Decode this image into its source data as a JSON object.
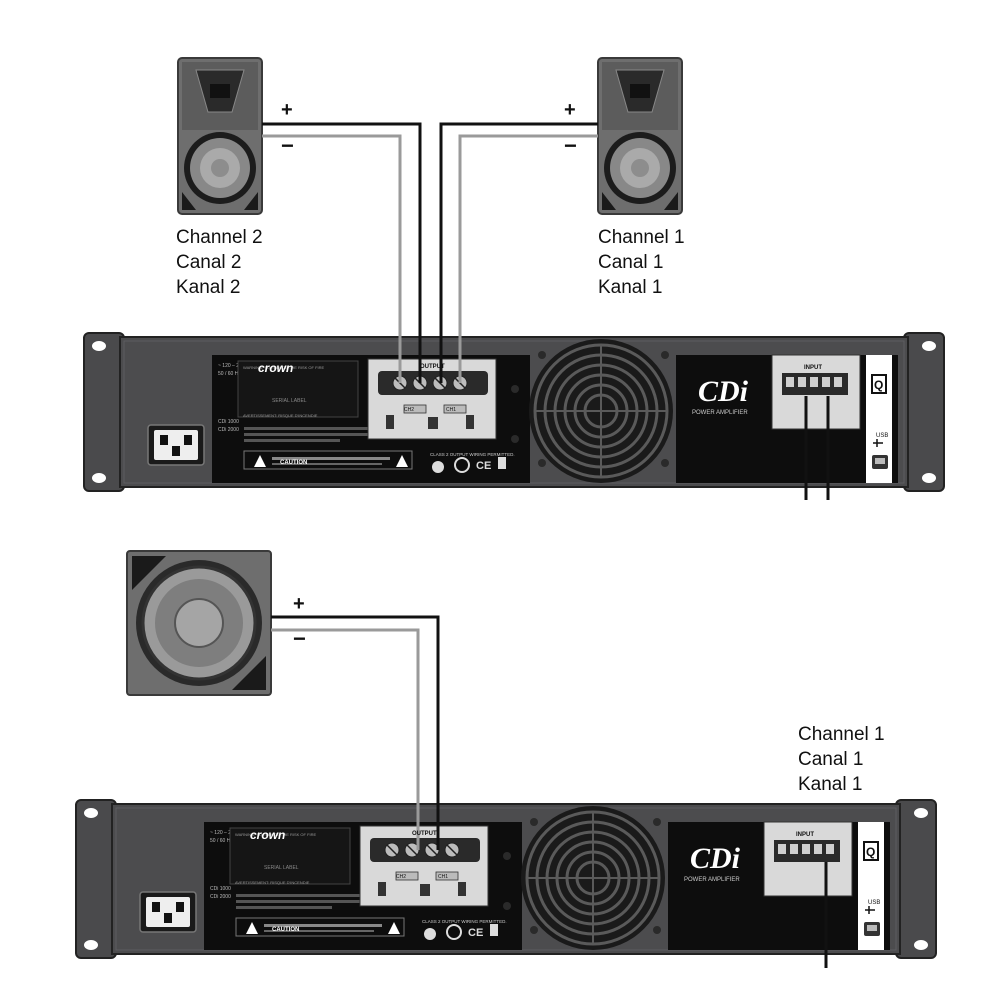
{
  "colors": {
    "rack": "#4a4a4c",
    "rack_dark": "#2a2a2b",
    "panel": "#111111",
    "terminal_plate": "#d9d9d9",
    "wire_positive": "#111111",
    "wire_negative": "#9a9a9a",
    "speaker_body": "#6e6e6e"
  },
  "speakers": {
    "channel2": {
      "labels": [
        "Channel 2",
        "Canal 2",
        "Kanal 2"
      ],
      "plus": "+",
      "minus": "−"
    },
    "channel1": {
      "labels": [
        "Channel 1",
        "Canal 1",
        "Kanal 1"
      ],
      "plus": "+",
      "minus": "−"
    },
    "subwoofer": {
      "plus": "+",
      "minus": "−"
    }
  },
  "bottom_label": [
    "Channel 1",
    "Canal 1",
    "Kanal 1"
  ],
  "amplifier": {
    "brand": "crown",
    "model": "CDi",
    "subtitle": "POWER AMPLIFIER",
    "output_label": "OUTPUT",
    "input_label": "INPUT",
    "ch2": "CH2",
    "ch1": "CH1",
    "usb_label": "USB",
    "serial_label": "SERIAL LABEL",
    "caution_label": "CAUTION",
    "class2_text": "CLASS 2 OUTPUT WIRING PERMITTED."
  }
}
